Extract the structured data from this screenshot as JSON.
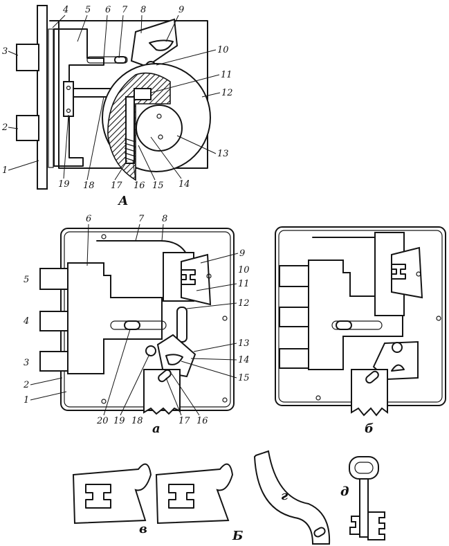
{
  "figure": {
    "panel_A": {
      "caption": "А",
      "labels": [
        "1",
        "2",
        "3",
        "4",
        "5",
        "6",
        "7",
        "8",
        "9",
        "10",
        "11",
        "12",
        "13",
        "14",
        "15",
        "16",
        "17",
        "18",
        "19"
      ]
    },
    "panel_B": {
      "caption": "Б",
      "sub_a": "а",
      "sub_b": "б",
      "sub_v": "в",
      "sub_g": "г",
      "sub_d": "д",
      "labels_a": [
        "1",
        "2",
        "3",
        "4",
        "5",
        "6",
        "7",
        "8",
        "9",
        "10",
        "11",
        "12",
        "13",
        "14",
        "15",
        "16",
        "17",
        "18",
        "19",
        "20"
      ]
    }
  }
}
